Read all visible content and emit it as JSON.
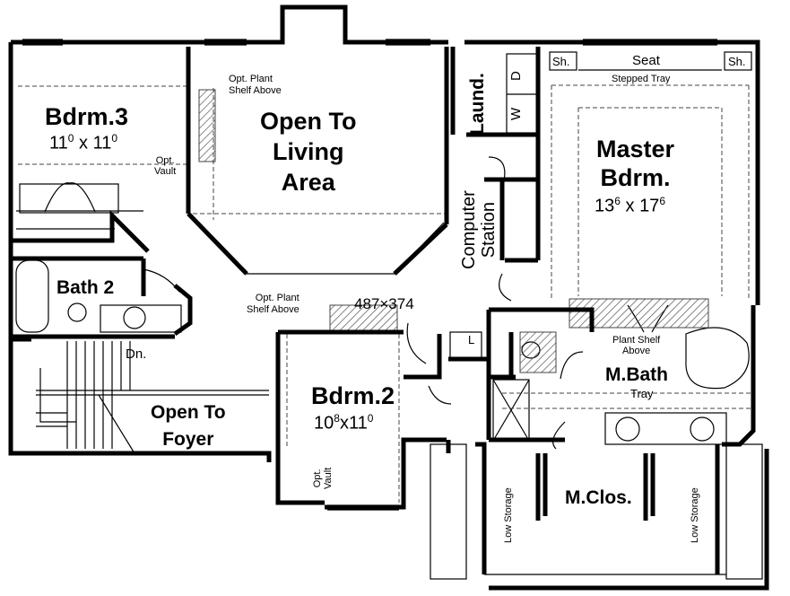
{
  "rooms": {
    "bdrm3": {
      "name": "Bdrm.3",
      "dim_a": "11",
      "dim_a_sup": "0",
      "x": "x",
      "dim_b": "11",
      "dim_b_sup": "0"
    },
    "open_living": {
      "line1": "Open To",
      "line2": "Living",
      "line3": "Area"
    },
    "laund": {
      "name": "Laund."
    },
    "wd_w": {
      "name": "W"
    },
    "wd_d": {
      "name": "D"
    },
    "sh_left": {
      "name": "Sh."
    },
    "seat": {
      "name": "Seat"
    },
    "sh_right": {
      "name": "Sh."
    },
    "stepped_tray": {
      "name": "Stepped Tray"
    },
    "master": {
      "line1": "Master",
      "line2": "Bdrm.",
      "dim_a": "13",
      "dim_a_sup": "6",
      "x": "x",
      "dim_b": "17",
      "dim_b_sup": "6"
    },
    "computer": {
      "line1": "Computer",
      "line2": "Station"
    },
    "bath2": {
      "name": "Bath 2"
    },
    "dn": {
      "name": "Dn."
    },
    "open_foyer": {
      "line1": "Open To",
      "line2": "Foyer"
    },
    "bdrm2": {
      "name": "Bdrm.2",
      "dim_a": "10",
      "dim_a_sup": "8",
      "x": "x",
      "dim_b": "11",
      "dim_b_sup": "0"
    },
    "mbath": {
      "name": "M.Bath",
      "tray": "Tray"
    },
    "mclos": {
      "name": "M.Clos."
    },
    "low_storage_left": {
      "name": "Low Storage"
    },
    "low_storage_right": {
      "name": "Low Storage"
    },
    "linen": {
      "name": "L"
    }
  },
  "notes": {
    "plant_shelf_top": {
      "line1": "Opt. Plant",
      "line2": "Shelf Above"
    },
    "plant_shelf_mid": {
      "line1": "Opt. Plant",
      "line2": "Shelf Above"
    },
    "plant_shelf_bath": {
      "line1": "Plant Shelf",
      "line2": "Above"
    },
    "vault_bdrm3": {
      "line1": "Opt.",
      "line2": "Vault"
    },
    "vault_bdrm2": {
      "line1": "Opt.",
      "line2": "Vault"
    },
    "image_size": "487×374"
  }
}
